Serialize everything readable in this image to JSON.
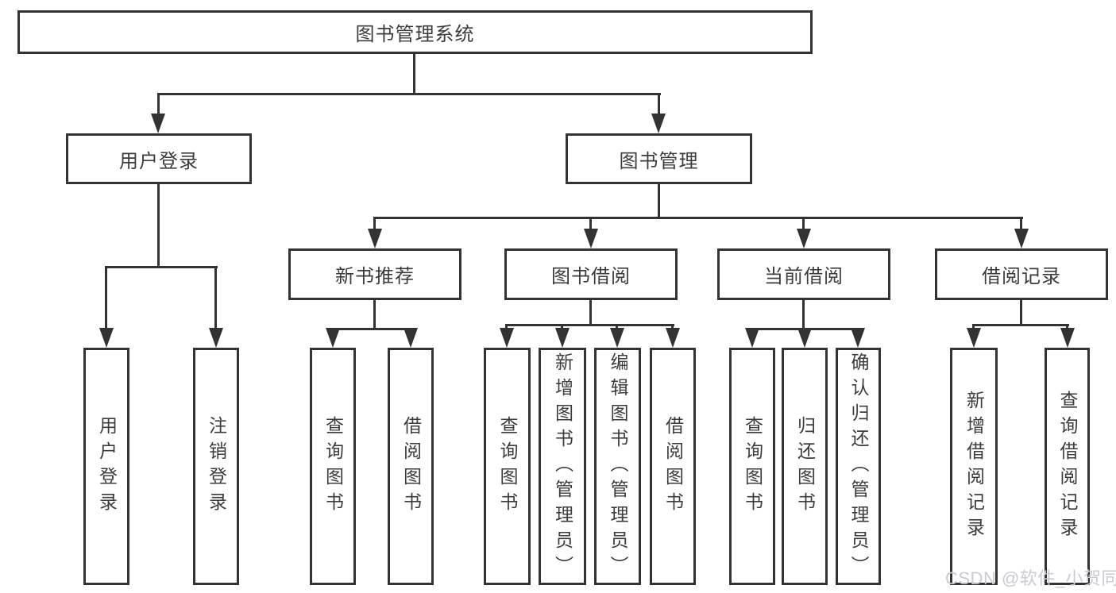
{
  "diagram": {
    "root": "图书管理系统",
    "level2": [
      "用户登录",
      "图书管理"
    ],
    "level3": [
      "新书推荐",
      "图书借阅",
      "当前借阅",
      "借阅记录"
    ],
    "leaves": {
      "user_login": [
        "用户登录",
        "注销登录"
      ],
      "new_book_recommend": [
        "查询图书",
        "借阅图书"
      ],
      "book_borrow": [
        "查询图书",
        "新增图书（管理员）",
        "编辑图书（管理员）",
        "借阅图书"
      ],
      "current_borrow": [
        "查询图书",
        "归还图书",
        "确认归还（管理员）"
      ],
      "borrow_records": [
        "新增借阅记录",
        "查询借阅记录"
      ]
    },
    "colors": {
      "line": "#333333",
      "text": "#3c3c3c",
      "box_background": "#ffffff"
    }
  },
  "watermark": {
    "text": "CSDN @软件_小贺同学",
    "color": "#c8cbd1"
  }
}
